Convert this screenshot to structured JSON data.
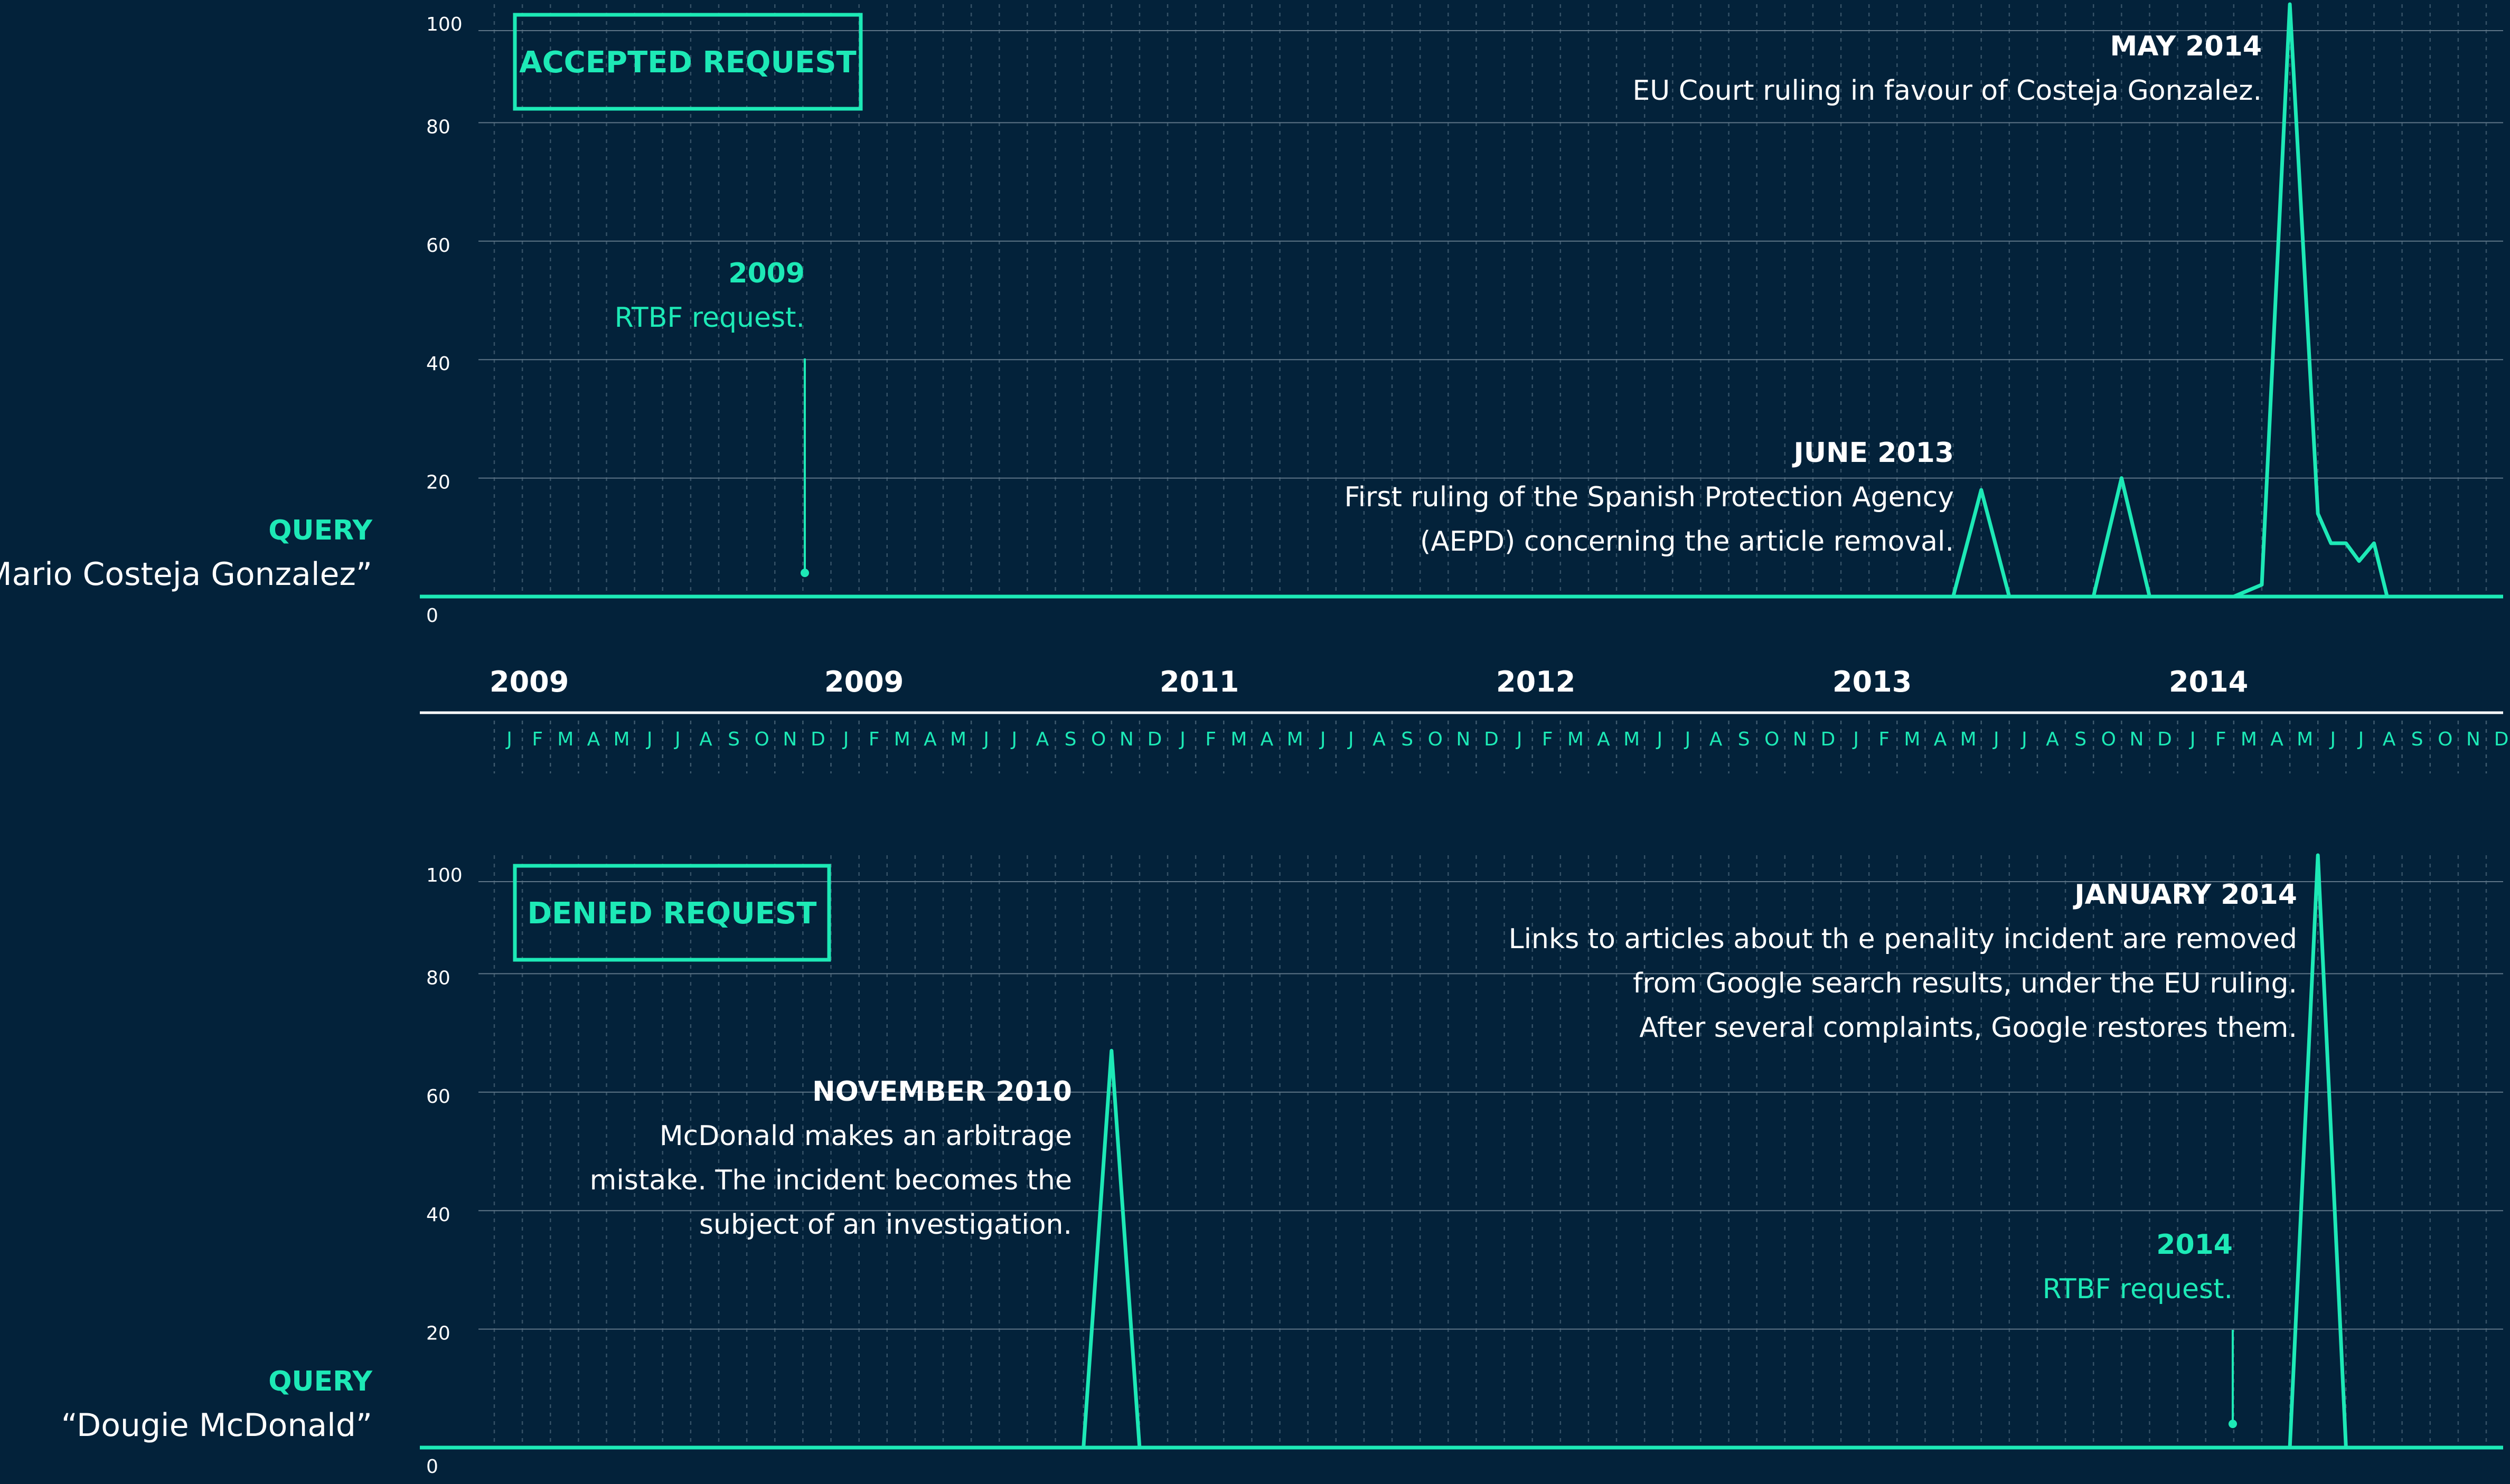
{
  "colors": {
    "background": "#03223a",
    "accent": "#1de9b6",
    "white": "#ffffff",
    "grid": "#3e5a6e",
    "muted": "#c8d3da"
  },
  "months": [
    "J",
    "F",
    "M",
    "A",
    "M",
    "J",
    "J",
    "A",
    "S",
    "O",
    "N",
    "D"
  ],
  "year_labels": [
    "2009",
    "2009",
    "2011",
    "2012",
    "2013",
    "2014"
  ],
  "chart_data": [
    {
      "type": "line",
      "badge": "ACCEPTED REQUEST",
      "query_label": "QUERY",
      "query": "“Mario Costeja Gonzalez”",
      "ylim": [
        0,
        100
      ],
      "yticks": [
        "100",
        "80",
        "60",
        "40",
        "20",
        "0"
      ],
      "x_range": [
        "2009-01",
        "2014-12"
      ],
      "series": [
        {
          "points": [
            [
              "2009-01",
              0
            ],
            [
              "2013-05",
              0
            ],
            [
              "2013-06",
              18
            ],
            [
              "2013-07",
              0
            ],
            [
              "2013-10",
              0
            ],
            [
              "2013-11",
              20
            ],
            [
              "2013-12",
              0
            ],
            [
              "2014-03",
              0
            ],
            [
              "2014-04",
              2
            ],
            [
              "2014-05",
              100
            ],
            [
              "2014-06",
              14
            ],
            [
              "2014-06-15",
              9
            ],
            [
              "2014-07",
              9
            ],
            [
              "2014-07-15",
              6
            ],
            [
              "2014-08",
              9
            ],
            [
              "2014-08-15",
              0
            ],
            [
              "2014-12",
              0
            ]
          ]
        }
      ],
      "annotations": [
        {
          "date": "2009-12",
          "value": 4,
          "title": "2009",
          "text": [
            "RTBF request."
          ],
          "style": "accent",
          "align": "right",
          "marker": "pin"
        },
        {
          "date": "2013-06",
          "value": 18,
          "title": "JUNE 2013",
          "text": [
            "First ruling of the Spanish Protection Agency",
            "(AEPD) concerning the article removal."
          ],
          "style": "white",
          "align": "right",
          "marker": "none"
        },
        {
          "date": "2014-05",
          "value": 100,
          "title": "MAY 2014",
          "text": [
            "EU Court ruling in favour of Costeja Gonzalez."
          ],
          "style": "white",
          "align": "right",
          "marker": "none"
        }
      ]
    },
    {
      "type": "line",
      "badge": "DENIED REQUEST",
      "query_label": "QUERY",
      "query": "“Dougie McDonald”",
      "ylim": [
        0,
        100
      ],
      "yticks": [
        "100",
        "80",
        "60",
        "40",
        "20",
        "0"
      ],
      "x_range": [
        "2009-01",
        "2014-12"
      ],
      "series": [
        {
          "points": [
            [
              "2009-01",
              0
            ],
            [
              "2010-10",
              0
            ],
            [
              "2010-11",
              67
            ],
            [
              "2010-12",
              0
            ],
            [
              "2014-05",
              0
            ],
            [
              "2014-06",
              100
            ],
            [
              "2014-07",
              0
            ],
            [
              "2014-12",
              0
            ]
          ]
        }
      ],
      "annotations": [
        {
          "date": "2010-11",
          "value": 67,
          "title": "NOVEMBER 2010",
          "text": [
            "McDonald makes an arbitrage",
            "mistake. The incident becomes the",
            "subject of an investigation."
          ],
          "style": "white",
          "align": "right",
          "marker": "none"
        },
        {
          "date": "2014-06",
          "value": 100,
          "title": "JANUARY 2014",
          "text": [
            "Links to articles about th e penality incident are removed",
            "from Google search results, under the EU ruling.",
            "After several complaints, Google restores them."
          ],
          "style": "white",
          "align": "right",
          "marker": "none"
        },
        {
          "date": "2014-05",
          "value": 4,
          "title": "2014",
          "text": [
            "RTBF request."
          ],
          "style": "accent",
          "align": "right",
          "marker": "pin"
        }
      ]
    }
  ]
}
